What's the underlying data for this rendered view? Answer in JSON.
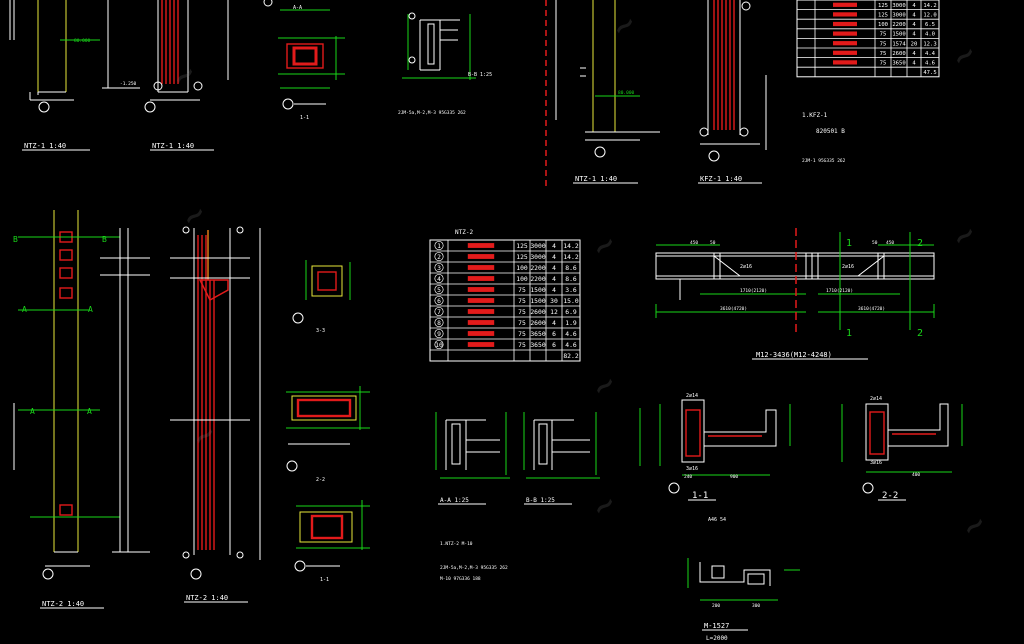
{
  "labels": {
    "ntz1_a": "NTZ-1   1:40",
    "ntz1_b": "NTZ-1   1:40",
    "ntz1_c": "NTZ-1   1:40",
    "kfz1": "KFZ-1   1:40",
    "ntz2_a": "NTZ-2   1:40",
    "ntz2_b": "NTZ-2   1:40",
    "sec_aa_top": "A-A",
    "sec_11_top": "1-1",
    "sec_bb_top": "B-B   1:25",
    "sec_33": "3-3",
    "sec_22": "2-2",
    "sec_11_mid": "1-1",
    "sec_aa_mid": "A-A   1:25",
    "sec_bb_mid": "B-B   1:25",
    "sec_11_big": "1-1",
    "sec_22_big": "2-2",
    "m12": "M12-3436(M12-4248)",
    "m1527": "M-1527",
    "l2000": "L=2000",
    "kfz_note": "1.KFZ-1",
    "ref_left": "2JM-5a,M-2,M-3       95G335        262",
    "ref_right": "2JM-1           95G335        262",
    "ref_820501": "820501  B",
    "ntz2_table_title": "NTZ-2",
    "a46": "A46     54",
    "lower_note1": "1.NTZ-2                         M-10",
    "lower_note2": "2JM-5a,M-2,M-3    95G335      262",
    "lower_note3": "M-10          97G336      188",
    "beam_2116_a": "2⌀16",
    "beam_2116_b": "2⌀16",
    "beam_dim_left": "1710(2120)",
    "beam_dim_right": "1710(2120)",
    "beam_total_left": "3610(4720)",
    "beam_total_right": "3610(4720)",
    "beam_450": "450",
    "beam_50": "50",
    "cut_1": "1",
    "cut_2": "2",
    "elev_80000": "80.000",
    "elev_1250": "-1.250",
    "bar_2316": "3⌀16",
    "bar_2114": "2⌀14",
    "dim_900": "900",
    "dim_240": "240",
    "dim_400": "400",
    "dim_200": "200",
    "dim_300": "300",
    "sec_B": "B",
    "sec_A": "A"
  },
  "ntz2_table": {
    "rows": [
      [
        "1",
        "",
        "125",
        "3000",
        "4",
        "14.2"
      ],
      [
        "2",
        "",
        "125",
        "3000",
        "4",
        "14.2"
      ],
      [
        "3",
        "",
        "100",
        "2200",
        "4",
        "8.6"
      ],
      [
        "4",
        "",
        "100",
        "2200",
        "4",
        "8.6"
      ],
      [
        "5",
        "",
        "75",
        "1500",
        "4",
        "3.6"
      ],
      [
        "6",
        "",
        "75",
        "1500",
        "30",
        "15.0"
      ],
      [
        "7",
        "",
        "75",
        "2600",
        "12",
        "6.9"
      ],
      [
        "8",
        "",
        "75",
        "2600",
        "4",
        "1.9"
      ],
      [
        "9",
        "",
        "75",
        "3650",
        "6",
        "4.6"
      ],
      [
        "10",
        "",
        "75",
        "3650",
        "6",
        "4.6"
      ],
      [
        "",
        "",
        "",
        "",
        "",
        "82.2"
      ]
    ]
  },
  "kfz_table": {
    "rows": [
      [
        "",
        "",
        "125",
        "3000",
        "4",
        "14.2"
      ],
      [
        "",
        "",
        "125",
        "3000",
        "4",
        "12.0"
      ],
      [
        "",
        "",
        "100",
        "2200",
        "4",
        "6.5"
      ],
      [
        "",
        "",
        "75",
        "1500",
        "4",
        "4.0"
      ],
      [
        "",
        "",
        "75",
        "1574",
        "20",
        "12.3"
      ],
      [
        "",
        "",
        "75",
        "2600",
        "4",
        "4.4"
      ],
      [
        "",
        "",
        "75",
        "3650",
        "4",
        "4.6"
      ],
      [
        "",
        "",
        "",
        "",
        "",
        "47.5"
      ]
    ]
  },
  "colors": {
    "background": "#000000",
    "line": "#ffffff",
    "dim": "#19d619",
    "bar": "#e21b1b",
    "column": "#ff8a1a",
    "outline": "#e8e83a"
  }
}
